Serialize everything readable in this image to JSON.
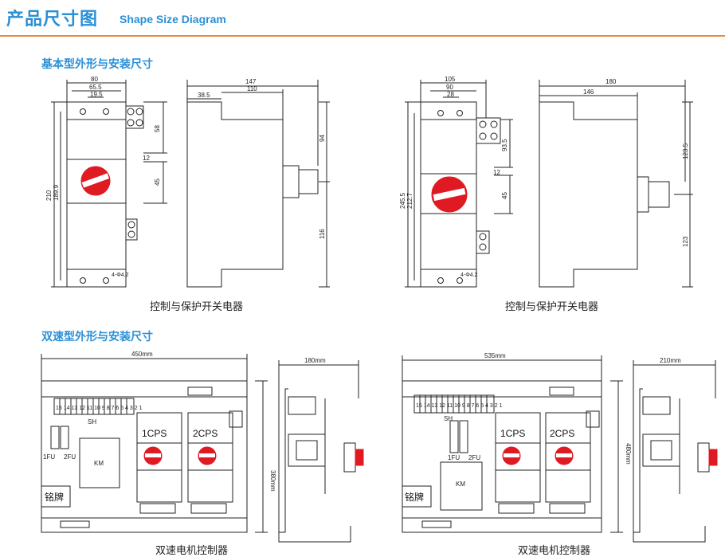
{
  "header": {
    "title_cn": "产品尺寸图",
    "title_en": "Shape Size Diagram"
  },
  "section1": {
    "title": "基本型外形与安装尺寸",
    "caption_left": "控制与保护开关电器",
    "caption_right": "控制与保护开关电器",
    "left_front": {
      "w_total": "80",
      "w_mid": "65.5",
      "w_small": "19.5",
      "h_total": "210",
      "h_inner": "189.9",
      "h_top": "58",
      "h_gap": "12",
      "h_mid": "45",
      "hole": "4-Φ4.2"
    },
    "left_side": {
      "d_total": "147",
      "d_mid": "110",
      "d_small": "38.5",
      "h_upper": "94",
      "h_lower": "116"
    },
    "right_front": {
      "w_total": "105",
      "w_mid": "90",
      "w_small": "28",
      "h_total": "245.5",
      "h_inner": "212.7",
      "h_top": "93.5",
      "h_gap": "12",
      "h_mid": "45",
      "hole": "4-Φ4.2"
    },
    "right_side": {
      "d_total": "180",
      "d_mid": "146",
      "h_upper": "123.5",
      "h_lower": "123"
    }
  },
  "section2": {
    "title": "双速型外形与安装尺寸",
    "caption_left": "双速电机控制器",
    "caption_right": "双速电机控制器",
    "left": {
      "width": "450mm",
      "depth": "180mm",
      "height": "380mm",
      "sh": "SH",
      "fu1": "1FU",
      "fu2": "2FU",
      "km": "KM",
      "cps1": "1CPS",
      "cps2": "2CPS",
      "nameplate": "铭牌",
      "terminals": "15 14 13 12 11 10 9 8 7 6 5 4 3 2 1"
    },
    "right": {
      "width": "535mm",
      "depth": "210mm",
      "height": "480mm",
      "sh": "SH",
      "fu1": "1FU",
      "fu2": "2FU",
      "km": "KM",
      "cps1": "1CPS",
      "cps2": "2CPS",
      "nameplate": "铭牌",
      "terminals": "15 14 13 12 11 10 9 8 7 6 5 4 3 2 1"
    }
  }
}
